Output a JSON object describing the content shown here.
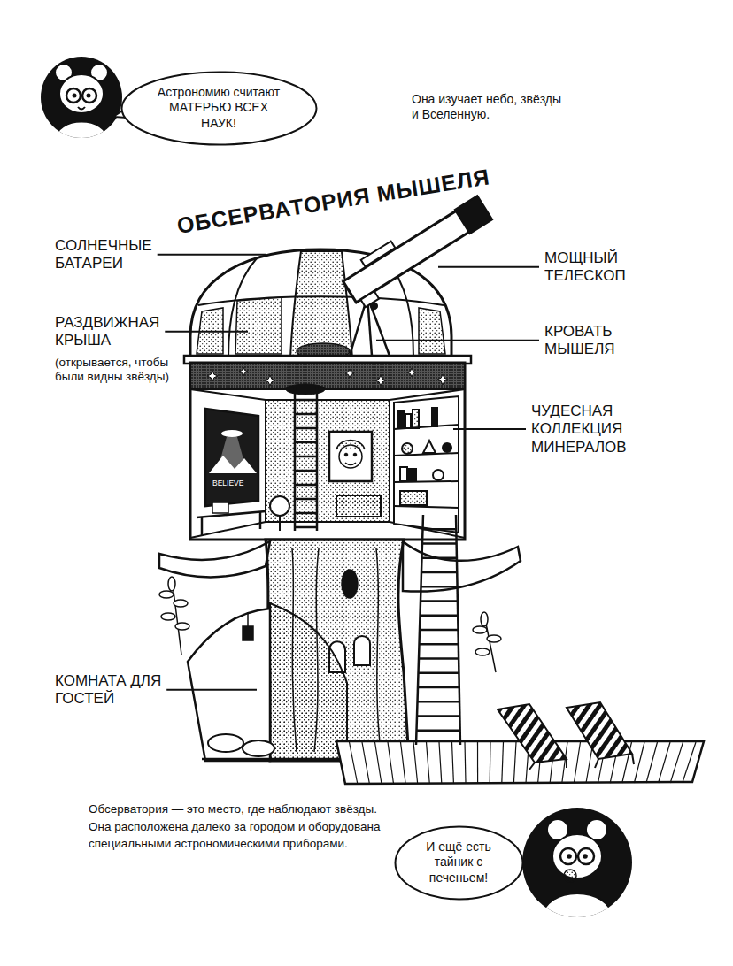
{
  "diagram": {
    "title": "ОБСЕРВАТОРИЯ МЫШЕЛЯ",
    "caption": "Обсерватория — это место, где наблюдают звёзды. Она расположена далеко за городом и оборудована специальными астрономическими приборами.",
    "nodes": [
      {
        "text": [
          "Астрономию считают МАТЕРЬЮ ВСЕХ НАУК!"
        ]
      },
      {
        "text": [
          "И ещё есть тайник с печеньем!"
        ]
      }
    ],
    "labels": [
      "Она изучает небо, звёзды и Вселенную.",
      "СОЛНЕЧНЫЕ БАТАРЕИ",
      "РАЗДВИЖНАЯ КРЫША",
      "(открывается, чтобы были видны звёзды)",
      "МОЩНЫЙ ТЕЛЕСКОП",
      "КРОВАТЬ МЫШЕЛЯ",
      "ЧУДЕСНАЯ КОЛЛЕКЦИЯ МИНЕРАЛОВ",
      "КОМНАТА ДЛЯ ГОСТЕЙ",
      "BELIEVE"
    ]
  }
}
